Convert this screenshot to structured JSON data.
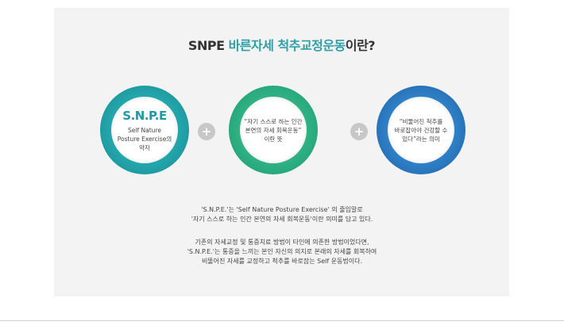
{
  "title": {
    "prefix": "SNPE ",
    "highlight": "바른자세 척추교정운동",
    "suffix": "이란?"
  },
  "circles": [
    {
      "abbr": "S.N.P.E",
      "desc_lines": [
        "Self Nature",
        "Posture Exercise의",
        "약자"
      ]
    },
    {
      "desc_lines": [
        "“자기 스스로 하는 인간",
        "본연의 자세 회복운동”",
        "이란 뜻"
      ]
    },
    {
      "desc_lines": [
        "“비뚤어진 척추를",
        "바로잡아야 건강할 수",
        "있다”라는 의미"
      ]
    }
  ],
  "plus_symbol": "+",
  "paragraph1": [
    "'S.N.P.E.'는 'Self Nature Posture Exercise' 의 줄임말로",
    "'자기 스스로 하는 인간 본연의 자세 회복운동'이란 의미를 담고 있다."
  ],
  "paragraph2": [
    "기존의 자세교정 및 통증치료 방법이 타인에 의존한 방법이었다면,",
    "'S.N.P.E.'는 통증을 느끼는 본인 자신의 의지로 본래의 자세를 회복하여",
    "비뚤어진 자세를 교정하고 척추를 바로잡는 Self 운동법이다."
  ],
  "colors": {
    "accent": "#2f9fa6",
    "ring1": "#23a6ab",
    "ring2": "#2fb184",
    "ring3": "#2f7fc6",
    "plus_bg": "#c7c7c7"
  }
}
